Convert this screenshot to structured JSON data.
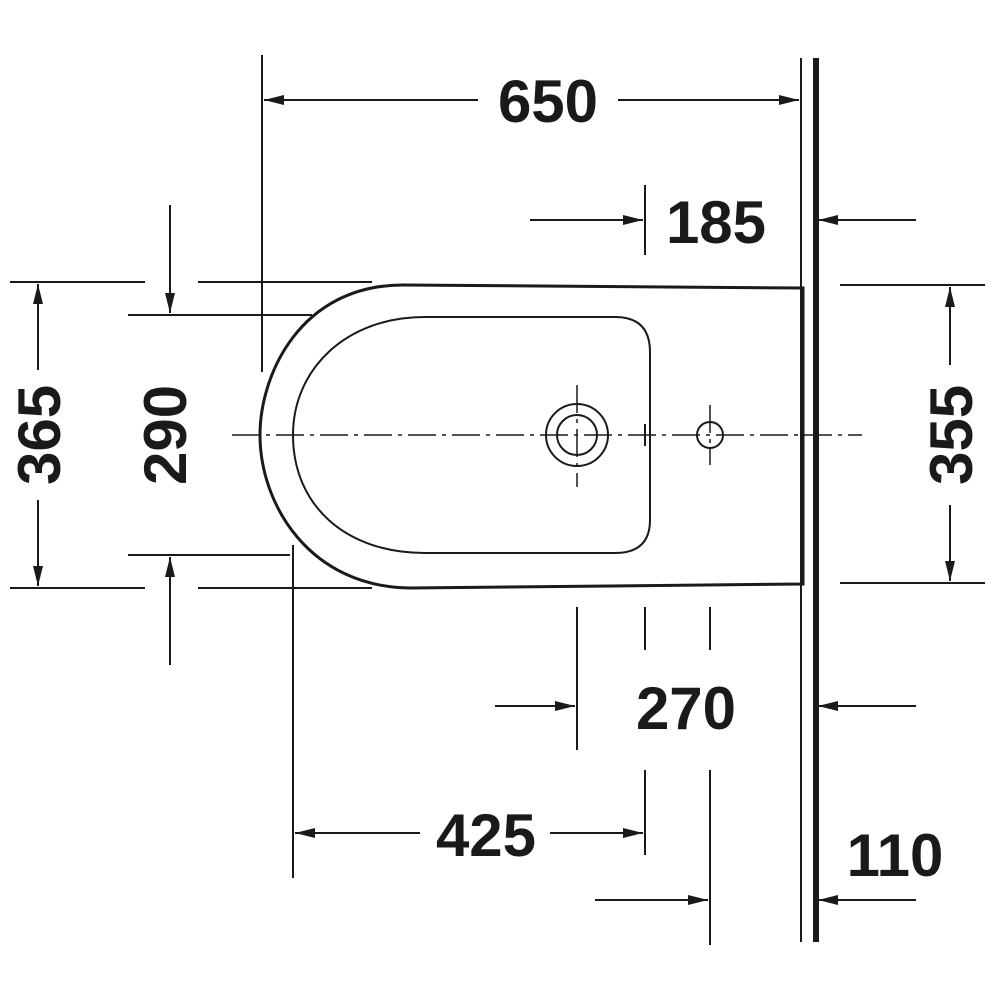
{
  "drawing": {
    "title": "Bidet top view dimensions",
    "dimensions": {
      "overall_length": "650",
      "tap_hole_from_wall": "185",
      "overall_width": "365",
      "bowl_width": "290",
      "fixing_width": "355",
      "fixing_to_wall": "270",
      "bowl_to_fixing": "425",
      "waste_to_wall": "110"
    },
    "colors": {
      "line": "#1a1a1a",
      "background": "#ffffff"
    }
  }
}
